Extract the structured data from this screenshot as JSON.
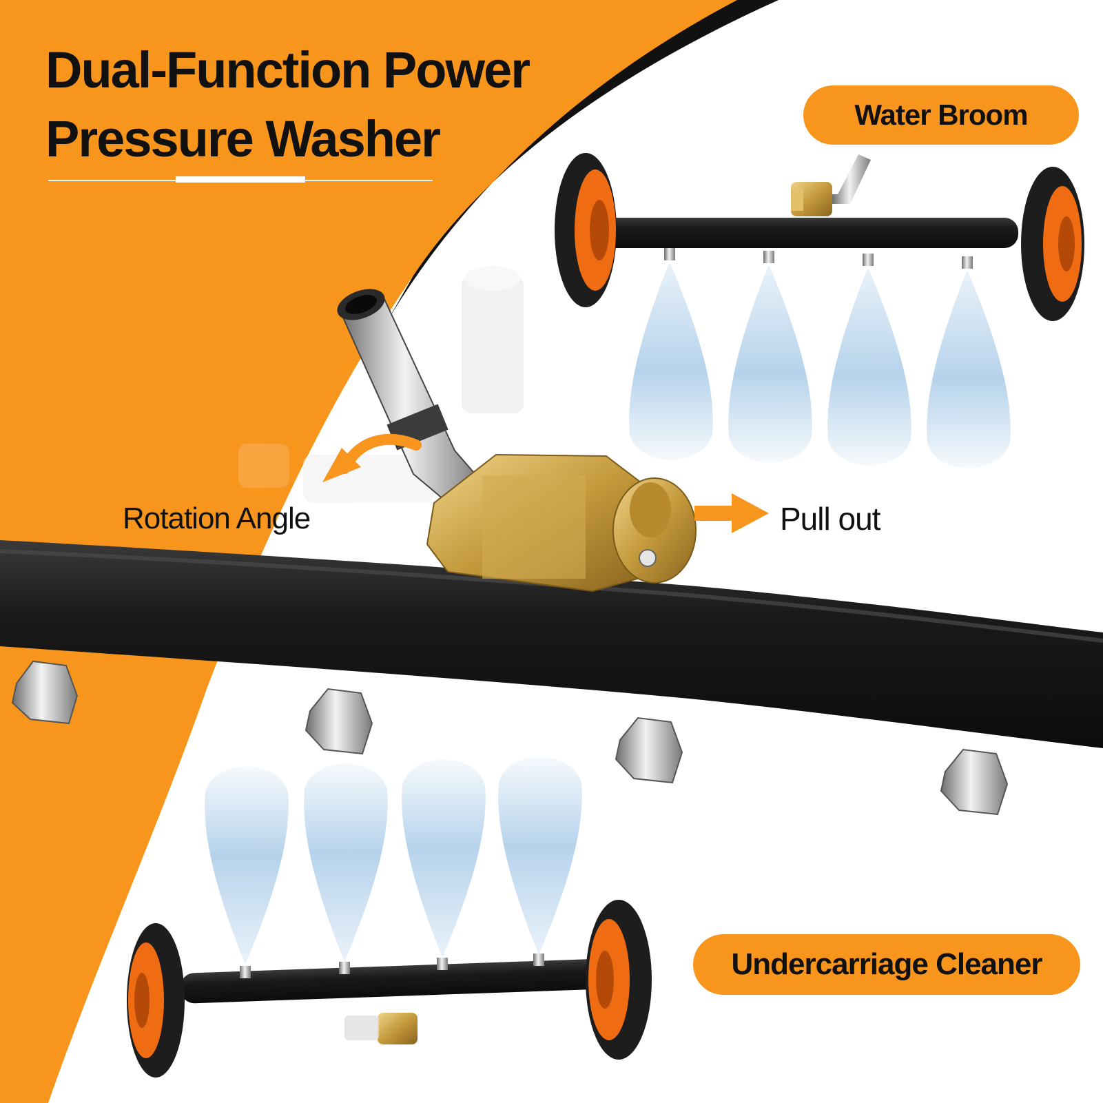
{
  "heading": {
    "line1": "Dual-Function Power",
    "line2": "Pressure Washer"
  },
  "labels": {
    "water_broom": "Water Broom",
    "undercarriage_cleaner": "Undercarriage Cleaner",
    "rotation_angle": "Rotation Angle",
    "pull_out": "Pull out"
  },
  "colors": {
    "accent_orange": "#f7951d",
    "tube_black": "#1c1c1c",
    "brass": "#c9a347",
    "spray_blue": "#a9cbe8",
    "background": "#ffffff"
  },
  "icons": [
    "arrow-right-icon",
    "curved-arrow-icon",
    "wheel-icon",
    "nozzle-icon",
    "spray-icon"
  ]
}
